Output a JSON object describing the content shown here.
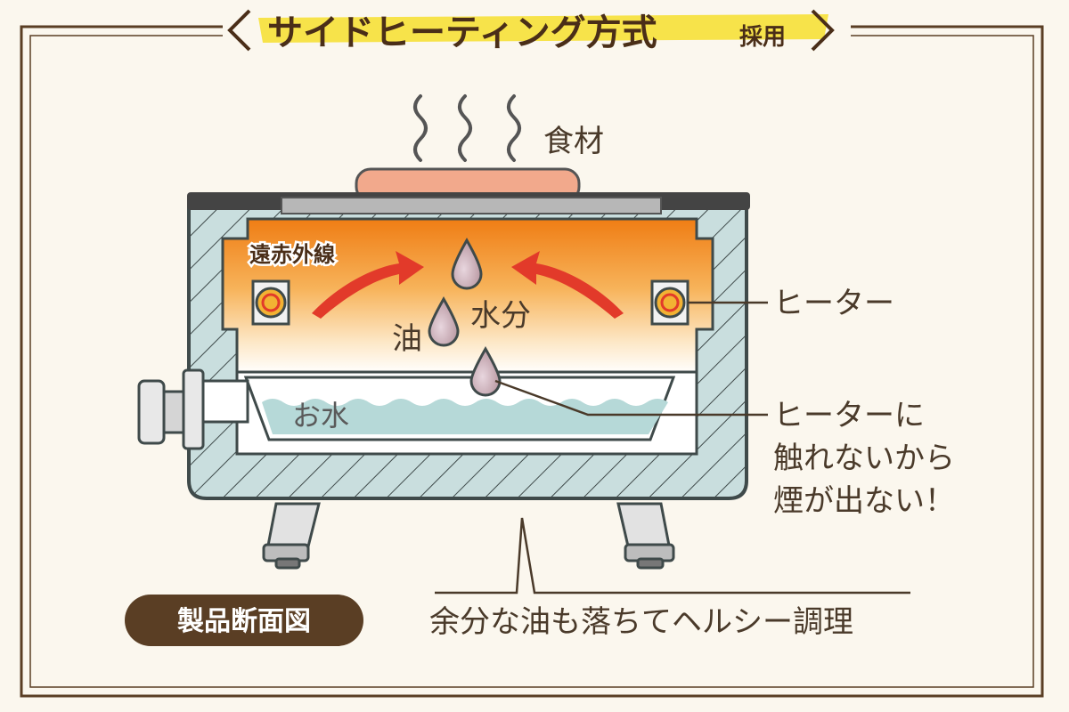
{
  "title": {
    "main": "サイドヒーティング方式",
    "sub": "採用"
  },
  "labels": {
    "food": "食材",
    "infrared": "遠赤外線",
    "oil": "油",
    "moisture": "水分",
    "water": "お水",
    "heater": "ヒーター",
    "no_smoke_line1": "ヒーターに",
    "no_smoke_line2": "触れないから",
    "no_smoke_line3": "煙が出ない！",
    "healthy": "余分な油も落ちてヘルシー調理",
    "cross_section": "製品断面図"
  },
  "colors": {
    "frame": "#5a3e24",
    "highlight": "#f7e34a",
    "body_fill": "#c9dede",
    "outline": "#3f4a4a",
    "heat_top": "#f08a1a",
    "arrow": "#e23a2a",
    "water": "#b6d9d8",
    "badge": "#5a3e24"
  },
  "icons": [
    "steam-icon",
    "oil-drop-icon",
    "heater-coil-icon",
    "arrow-up-icon"
  ]
}
